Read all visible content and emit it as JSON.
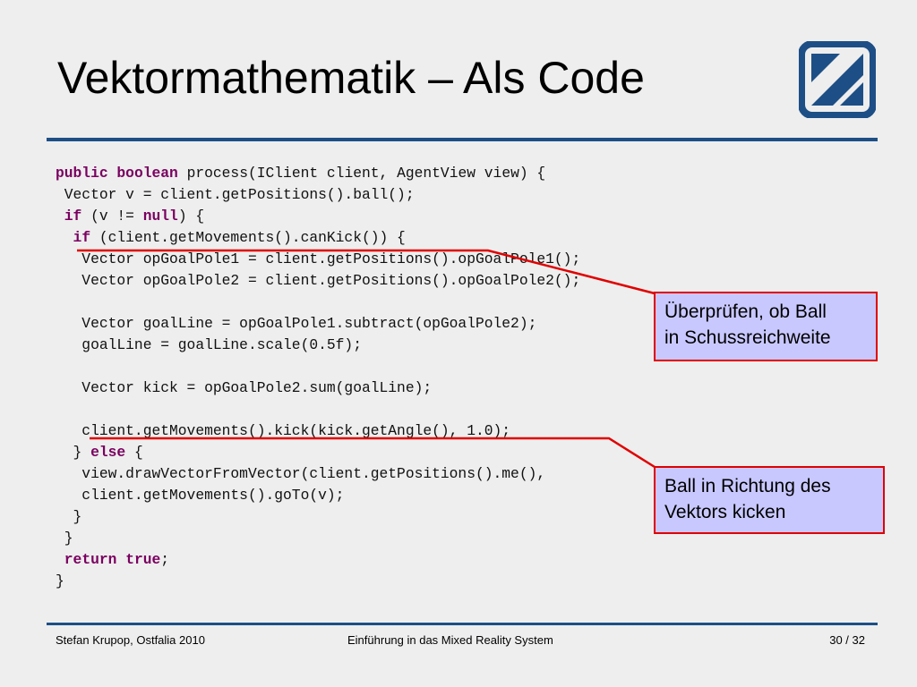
{
  "slide": {
    "title": "Vektormathematik – Als Code"
  },
  "code": [
    [
      {
        "t": "public",
        "kw": true
      },
      {
        "t": " "
      },
      {
        "t": "boolean",
        "kw": true
      },
      {
        "t": " process(IClient client, AgentView view) {"
      }
    ],
    [
      {
        "t": " Vector v = client.getPositions().ball();"
      }
    ],
    [
      {
        "t": " "
      },
      {
        "t": "if",
        "kw": true
      },
      {
        "t": " (v != "
      },
      {
        "t": "null",
        "kw": true
      },
      {
        "t": ") {"
      }
    ],
    [
      {
        "t": "  "
      },
      {
        "t": "if",
        "kw": true
      },
      {
        "t": " (client.getMovements().canKick()) {"
      }
    ],
    [
      {
        "t": "   Vector opGoalPole1 = client.getPositions().opGoalPole1();"
      }
    ],
    [
      {
        "t": "   Vector opGoalPole2 = client.getPositions().opGoalPole2();"
      }
    ],
    [
      {
        "t": ""
      }
    ],
    [
      {
        "t": "   Vector goalLine = opGoalPole1.subtract(opGoalPole2);"
      }
    ],
    [
      {
        "t": "   goalLine = goalLine.scale(0.5f);"
      }
    ],
    [
      {
        "t": ""
      }
    ],
    [
      {
        "t": "   Vector kick = opGoalPole2.sum(goalLine);"
      }
    ],
    [
      {
        "t": ""
      }
    ],
    [
      {
        "t": "   client.getMovements().kick(kick.getAngle(), 1.0);"
      }
    ],
    [
      {
        "t": "  } "
      },
      {
        "t": "else",
        "kw": true
      },
      {
        "t": " {"
      }
    ],
    [
      {
        "t": "   view.drawVectorFromVector(client.getPositions().me(),"
      }
    ],
    [
      {
        "t": "   client.getMovements().goTo(v);"
      }
    ],
    [
      {
        "t": "  }"
      }
    ],
    [
      {
        "t": " }"
      }
    ],
    [
      {
        "t": " "
      },
      {
        "t": "return",
        "kw": true
      },
      {
        "t": " "
      },
      {
        "t": "true",
        "kw": true
      },
      {
        "t": ";"
      }
    ],
    [
      {
        "t": "}"
      }
    ]
  ],
  "callouts": [
    {
      "lines": [
        "Überprüfen, ob Ball",
        "in Schussreichweite"
      ]
    },
    {
      "lines": [
        "Ball in Richtung des",
        "Vektors kicken"
      ]
    }
  ],
  "footer": {
    "author": "Stefan Krupop, Ostfalia 2010",
    "course": "Einführung in das Mixed Reality System",
    "page": "30 / 32"
  },
  "colors": {
    "accent": "#1d4f86",
    "keyword": "#7a0060",
    "callout_fill": "#c8c8ff",
    "callout_border": "#e00000"
  }
}
